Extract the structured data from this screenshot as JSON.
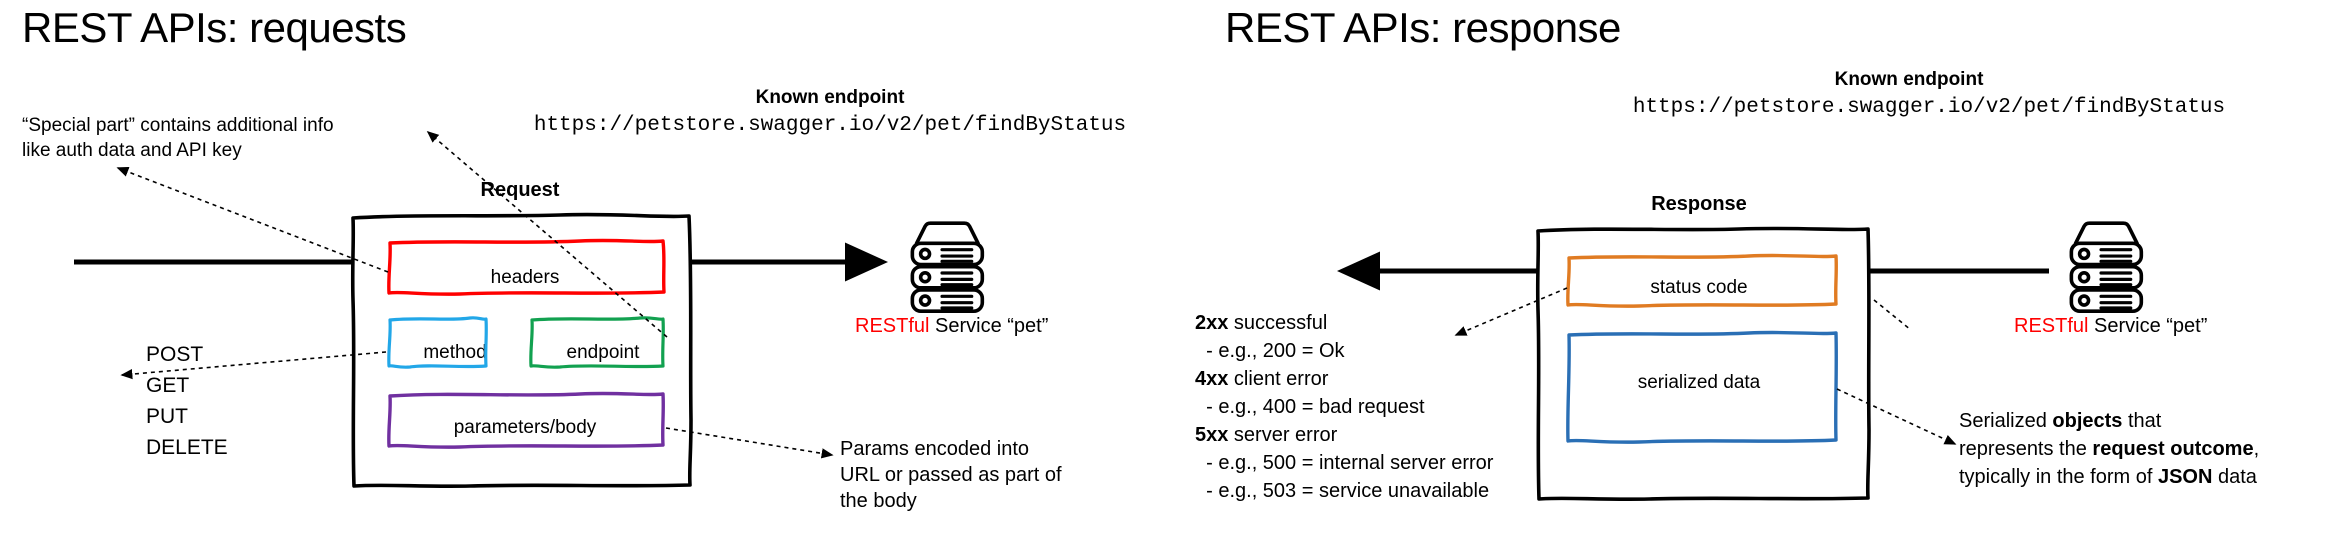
{
  "slides": [
    {
      "id": "requests",
      "title": "REST APIs: requests",
      "note_special": "“Special part” contains additional info\nlike auth data and API key",
      "endpoint_label": "Known endpoint",
      "endpoint_url": "https://petstore.swagger.io/v2/pet/findByStatus",
      "diagram_label": "Request",
      "inner_boxes": [
        {
          "name": "headers",
          "color": "#ff0000"
        },
        {
          "name": "method",
          "color": "#22a7e8"
        },
        {
          "name": "endpoint",
          "color": "#12a150"
        },
        {
          "name": "parameters/body",
          "color": "#7030a0"
        }
      ],
      "methods": [
        "POST",
        "GET",
        "PUT",
        "DELETE"
      ],
      "params_note": "Params encoded into\nURL or passed as part of\nthe body",
      "service_prefix": "RESTful",
      "service_suffix": " Service “pet”",
      "service_prefix_color": "#ff0000",
      "server_icon": "server-stack-icon",
      "arrow_direction": "right"
    },
    {
      "id": "response",
      "title": "REST APIs: response",
      "endpoint_label": "Known endpoint",
      "endpoint_url": "https://petstore.swagger.io/v2/pet/findByStatus",
      "diagram_label": "Response",
      "inner_boxes": [
        {
          "name": "status code",
          "color": "#e07b22"
        },
        {
          "name": "serialized data",
          "color": "#2a6fb5"
        }
      ],
      "status_codes": [
        {
          "code": "2xx",
          "desc": " successful"
        },
        {
          "code": "",
          "desc": "  - e.g., 200 = Ok"
        },
        {
          "code": "4xx",
          "desc": " client error"
        },
        {
          "code": "",
          "desc": "  - e.g., 400 = bad request"
        },
        {
          "code": "5xx",
          "desc": " server error"
        },
        {
          "code": "",
          "desc": "  - e.g., 500 = internal server error"
        },
        {
          "code": "",
          "desc": "  - e.g., 503 = service unavailable"
        }
      ],
      "serialized_note": {
        "line1_a": "Serialized ",
        "line1_b": "objects",
        "line1_c": " that",
        "line2_a": "represents the ",
        "line2_b": "request outcome",
        "line2_c": ",",
        "line3_a": "typically in the form of ",
        "line3_b": "JSON",
        "line3_c": " data"
      },
      "service_prefix": "RESTful",
      "service_suffix": " Service “pet”",
      "service_prefix_color": "#ff0000",
      "server_icon": "server-stack-icon",
      "arrow_direction": "left"
    }
  ]
}
